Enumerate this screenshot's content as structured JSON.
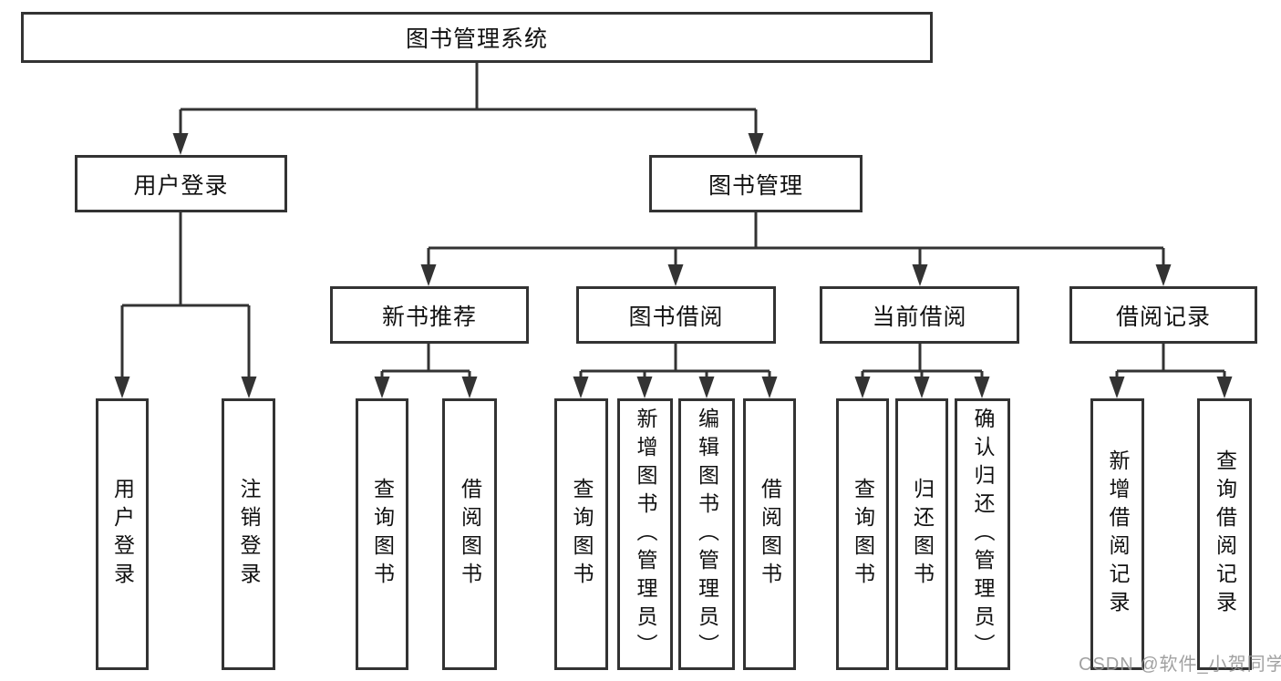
{
  "tree": {
    "label": "图书管理系统",
    "children": [
      {
        "label": "用户登录",
        "children": [
          {
            "label": "用户登录"
          },
          {
            "label": "注销登录"
          }
        ]
      },
      {
        "label": "图书管理",
        "children": [
          {
            "label": "新书推荐",
            "children": [
              {
                "label": "查询图书"
              },
              {
                "label": "借阅图书"
              }
            ]
          },
          {
            "label": "图书借阅",
            "children": [
              {
                "label": "查询图书"
              },
              {
                "label": "新增图书（管理员）"
              },
              {
                "label": "编辑图书（管理员）"
              },
              {
                "label": "借阅图书"
              }
            ]
          },
          {
            "label": "当前借阅",
            "children": [
              {
                "label": "查询图书"
              },
              {
                "label": "归还图书"
              },
              {
                "label": "确认归还（管理员）"
              }
            ]
          },
          {
            "label": "借阅记录",
            "children": [
              {
                "label": "新增借阅记录"
              },
              {
                "label": "查询借阅记录"
              }
            ]
          }
        ]
      }
    ]
  },
  "watermark": {
    "text": "CSDN @软件_小贺同学"
  },
  "colors": {
    "line": "#333333",
    "box_border": "#333333",
    "text": "#111111",
    "watermark": "#949494",
    "background": "#ffffff"
  }
}
